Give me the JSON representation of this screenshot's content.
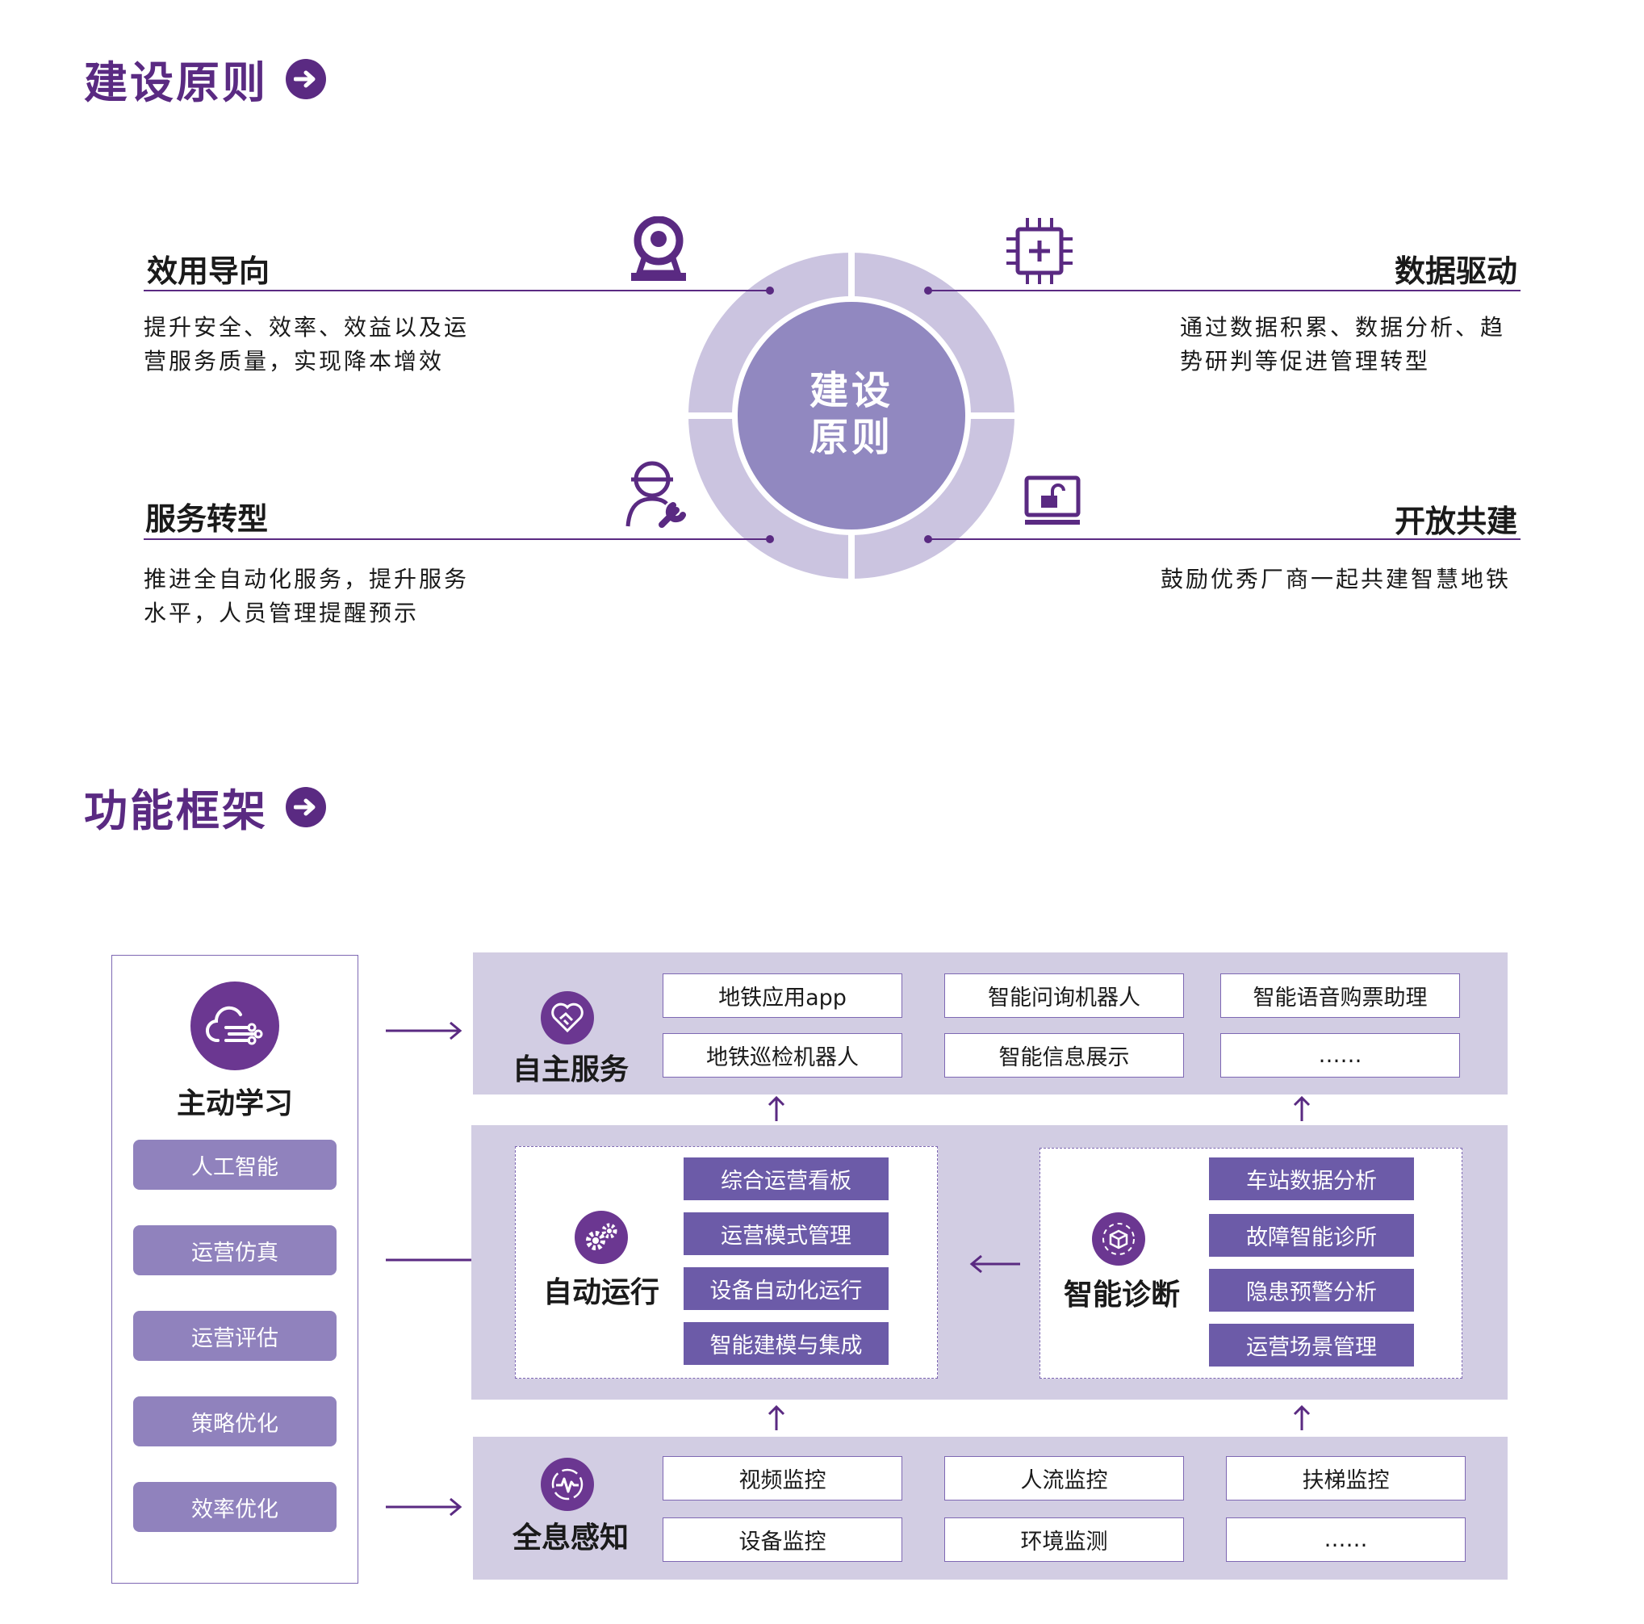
{
  "sections": {
    "principles_title": "建设原则",
    "framework_title": "功能框架"
  },
  "center": {
    "line1": "建设",
    "line2": "原则"
  },
  "principles": [
    {
      "title": "效用导向",
      "desc_line1": "提升安全、效率、效益以及运",
      "desc_line2": "营服务质量，实现降本增效",
      "icon": "camera-icon"
    },
    {
      "title": "数据驱动",
      "desc_line1": "通过数据积累、数据分析、趋",
      "desc_line2": "势研判等促进管理转型",
      "icon": "chip-icon"
    },
    {
      "title": "服务转型",
      "desc_line1": "推进全自动化服务，提升服务",
      "desc_line2": "水平，人员管理提醒预示",
      "icon": "worker-wrench-icon"
    },
    {
      "title": "开放共建",
      "desc_line1": "鼓励优秀厂商一起共建智慧地铁",
      "desc_line2": "",
      "icon": "laptop-unlock-icon"
    }
  ],
  "learning": {
    "title": "主动学习",
    "icon": "cloud-network-icon",
    "items": [
      "人工智能",
      "运营仿真",
      "运营评估",
      "策略优化",
      "效率优化"
    ]
  },
  "self_service": {
    "title": "自主服务",
    "icon": "heart-handshake-icon",
    "items": [
      "地铁应用app",
      "智能问询机器人",
      "智能语音购票助理",
      "地铁巡检机器人",
      "智能信息展示",
      "……"
    ]
  },
  "auto_ops": {
    "title": "自动运行",
    "icon": "gears-icon",
    "items": [
      "综合运营看板",
      "运营模式管理",
      "设备自动化运行",
      "智能建模与集成"
    ]
  },
  "smart_diag": {
    "title": "智能诊断",
    "icon": "cube-network-icon",
    "items": [
      "车站数据分析",
      "故障智能诊所",
      "隐患预警分析",
      "运营场景管理"
    ]
  },
  "perception": {
    "title": "全息感知",
    "icon": "pulse-icon",
    "items": [
      "视频监控",
      "人流监控",
      "扶梯监控",
      "设备监控",
      "环境监测",
      "……"
    ]
  },
  "colors": {
    "brand": "#5a2a82",
    "light_panel": "#d2cde3",
    "pill": "#9082bd",
    "dark_item": "#6c5ba8",
    "ring": "#cbc4e0",
    "center": "#9188c0"
  }
}
